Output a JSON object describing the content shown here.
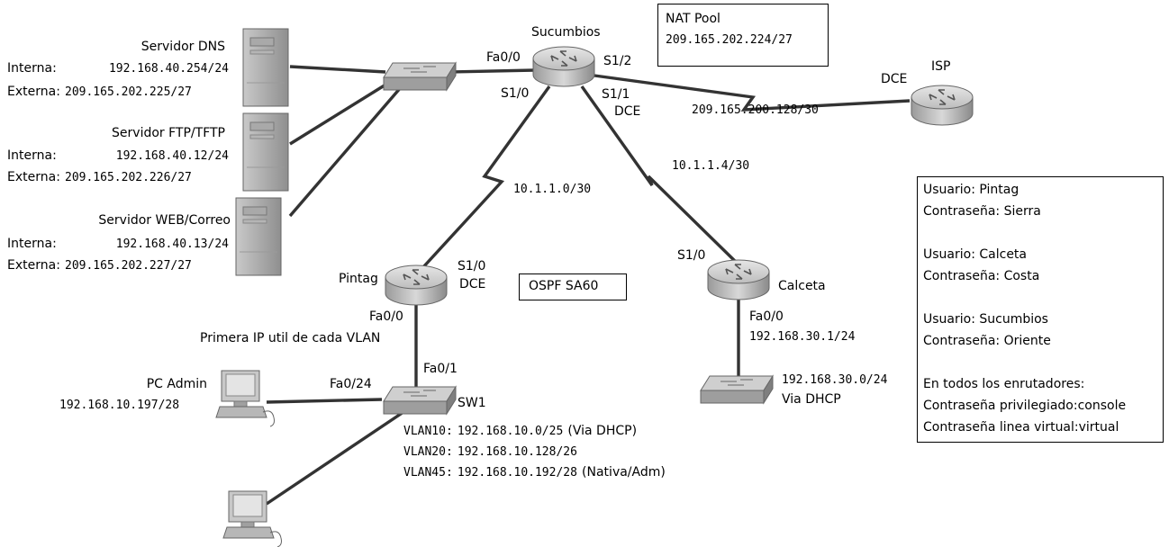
{
  "servers": {
    "dns": {
      "name": "Servidor DNS",
      "internal_label": "Interna:",
      "internal_ip": "192.168.40.254/24",
      "external_label": "Externa:",
      "external_ip": "209.165.202.225/27"
    },
    "ftp": {
      "name": "Servidor FTP/TFTP",
      "internal_label": "Interna:",
      "internal_ip": "192.168.40.12/24",
      "external_label": "Externa:",
      "external_ip": "209.165.202.226/27"
    },
    "web": {
      "name": "Servidor WEB/Correo",
      "internal_label": "Interna:",
      "internal_ip": "192.168.40.13/24",
      "external_label": "Externa:",
      "external_ip": "209.165.202.227/27"
    }
  },
  "routers": {
    "sucumbios": {
      "name": "Sucumbios",
      "fa00": "Fa0/0",
      "s10": "S1/0",
      "s11": "S1/1",
      "s11_dce": "DCE",
      "s12": "S1/2"
    },
    "isp": {
      "name": "ISP",
      "dce": "DCE"
    },
    "pintag": {
      "name": "Pintag",
      "fa00": "Fa0/0",
      "s10": "S1/0",
      "s10_dce": "DCE",
      "note": "Primera IP util de cada VLAN"
    },
    "calceta": {
      "name": "Calceta",
      "s10": "S1/0",
      "fa00": "Fa0/0",
      "fa00_ip": "192.168.30.1/24"
    }
  },
  "links": {
    "sucumbios_isp": "209.165.200.128/30",
    "sucumbios_pintag": "10.1.1.0/30",
    "sucumbios_calceta": "10.1.1.4/30"
  },
  "nat_pool": {
    "title": "NAT Pool",
    "range": "209.165.202.224/27"
  },
  "ospf": {
    "label": "OSPF SA60"
  },
  "sw1": {
    "name": "SW1",
    "fa01": "Fa0/1",
    "fa024": "Fa0/24",
    "vlans": [
      {
        "label": "VLAN10:",
        "net": "192.168.10.0/25",
        "note": "(Via DHCP)"
      },
      {
        "label": "VLAN20:",
        "net": "192.168.10.128/26",
        "note": ""
      },
      {
        "label": "VLAN45:",
        "net": "192.168.10.192/28",
        "note": "(Nativa/Adm)"
      }
    ]
  },
  "pc_admin": {
    "name": "PC Admin",
    "ip": "192.168.10.197/28"
  },
  "calceta_lan": {
    "net": "192.168.30.0/24",
    "note": "Via DHCP"
  },
  "credentials": {
    "lines": [
      "Usuario: Pintag",
      "Contraseña: Sierra",
      "",
      "Usuario: Calceta",
      "Contraseña: Costa",
      "",
      "Usuario: Sucumbios",
      "Contraseña: Oriente",
      "",
      "En todos los enrutadores:",
      "Contraseña privilegiado:console",
      "Contraseña linea virtual:virtual"
    ]
  },
  "colors": {
    "link": "#333333",
    "device": "#a8a8a8",
    "device_dark": "#6e6e6e"
  }
}
